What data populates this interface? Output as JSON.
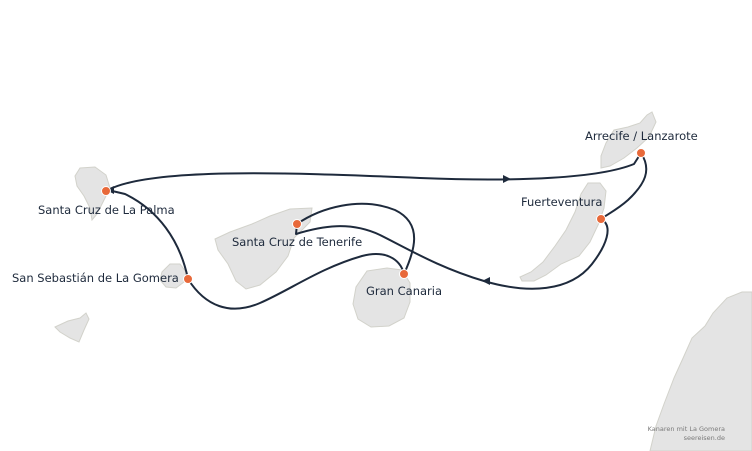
{
  "map": {
    "ports": [
      {
        "id": "santa-cruz-de-la-palma",
        "name": "Santa Cruz de La Palma"
      },
      {
        "id": "san-sebastian-de-la-gomera",
        "name": "San Sebastián de La Gomera"
      },
      {
        "id": "santa-cruz-de-tenerife",
        "name": "Santa Cruz de Tenerife"
      },
      {
        "id": "gran-canaria",
        "name": "Gran Canaria"
      },
      {
        "id": "fuerteventura",
        "name": "Fuerteventura"
      },
      {
        "id": "arrecife-lanzarote",
        "name": "Arrecife / Lanzarote"
      }
    ],
    "credit": {
      "line1": "Kanaren mit La Gomera",
      "line2": "seereisen.de"
    },
    "colors": {
      "island": "#e4e4e4",
      "island_stroke": "#d2d2cb",
      "route": "#1e2a3c",
      "port": "#e8693a",
      "label": "#1e2a3c"
    }
  }
}
